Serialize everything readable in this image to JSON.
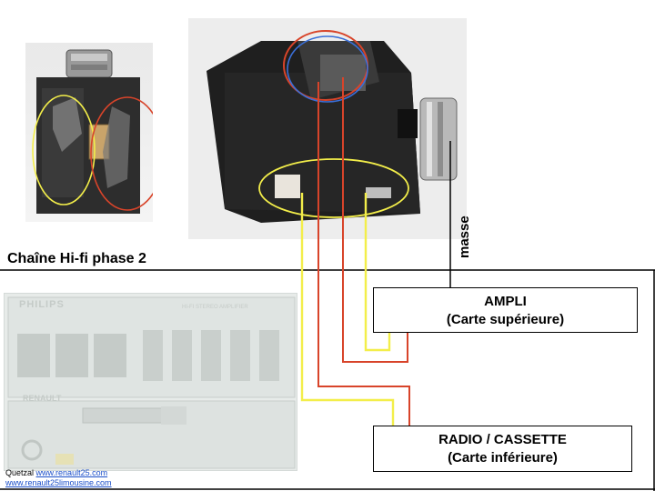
{
  "title": "Chaîne Hi-fi phase 2",
  "ground_label": "masse",
  "boxes": {
    "ampli": {
      "line1": "AMPLI",
      "line2": "(Carte supérieure)"
    },
    "radio": {
      "line1": "RADIO / CASSETTE",
      "line2": "(Carte inférieure)"
    }
  },
  "device": {
    "brand": "PHILIPS",
    "subtitle": "HI-FI   STEREO   AMPLIFIER",
    "maker": "RENAULT"
  },
  "credits": {
    "author_prefix": "Quetzal",
    "link1": "www.renault25.com",
    "link2": "www.renault25limousine.com"
  },
  "colors": {
    "yellow_wire": "#f3ee4a",
    "red_wire": "#d8442a",
    "blue_circle": "#3a6fd8",
    "black_wire": "#000000"
  }
}
